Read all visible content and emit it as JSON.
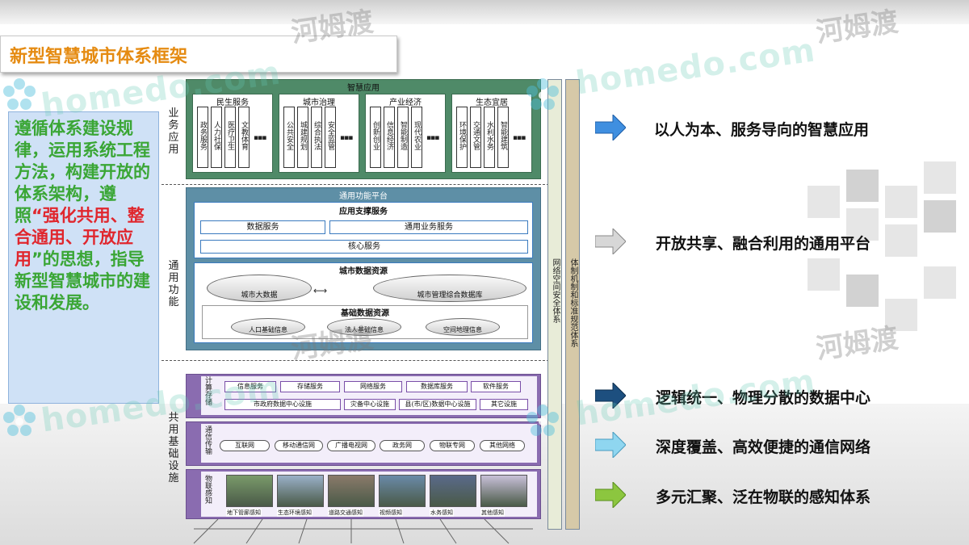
{
  "title": "新型智慧城市体系框架",
  "intro": {
    "p1": "遵循体系建设规律，运用系统工程方法，构建开放的体系架构，遵照",
    "p2": "“强化共用、整合通用、开放应用",
    "p3": "”的思想，指导新型智慧城市的建设和发展。"
  },
  "layers": {
    "business": "业务应用",
    "common": "通用功能",
    "infra": "共用基础设施"
  },
  "smart_app": {
    "title": "智慧应用",
    "groups": [
      {
        "name": "民生服务",
        "items": [
          "政务服务",
          "人力社保",
          "医疗卫生",
          "文教体育"
        ]
      },
      {
        "name": "城市治理",
        "items": [
          "公共安全",
          "城建规划",
          "综合执法",
          "安全监管"
        ]
      },
      {
        "name": "产业经济",
        "items": [
          "创新创业",
          "信息经济",
          "智能制造",
          "现代农业"
        ]
      },
      {
        "name": "生态宜居",
        "items": [
          "环境保护",
          "交通文管",
          "水利水务",
          "智能建筑"
        ]
      }
    ],
    "more": "▪▪▪"
  },
  "platform": {
    "title": "通用功能平台",
    "support_title": "应用支撑服务",
    "data_service": "数据服务",
    "general_service": "通用业务服务",
    "core": "核心服务",
    "city_data_title": "城市数据资源",
    "big_data": "城市大数据",
    "mgmt_db": "城市管理综合数据库",
    "base_data_title": "基础数据资源",
    "population": "人口基础信息",
    "legal": "法人基础信息",
    "geo": "空间地理信息"
  },
  "compute": {
    "label": "计算存储",
    "row1": [
      "信息服务",
      "存储服务",
      "网络服务",
      "数据库服务",
      "软件服务"
    ],
    "row2": [
      "市政府数据中心设施",
      "灾备中心设施",
      "县(市/区)数据中心设施",
      "其它设施"
    ]
  },
  "comm": {
    "label": "通信传输",
    "items": [
      "互联网",
      "移动通信网",
      "广播电视网",
      "政务网",
      "物联专网",
      "其他网络"
    ]
  },
  "iot": {
    "label": "物联感知",
    "items": [
      "地下管廊感知",
      "生态环境感知",
      "道路交通感知",
      "视频感知",
      "水务感知",
      "其他感知"
    ]
  },
  "side1": "网络空间安全体系",
  "side2": "体制机制和标准规范体系",
  "right": [
    "以人为本、服务导向的智慧应用",
    "开放共享、融合利用的通用平台",
    "逻辑统一、物理分散的数据中心",
    "深度覆盖、高效便捷的通信网络",
    "多元汇聚、泛在物联的感知体系"
  ],
  "colors": {
    "title": "#e58b12",
    "green_text": "#3aa635",
    "red_text": "#e0262d",
    "app_green": "#4f8a68",
    "platform_blue": "#5e8fa6",
    "infra_purple": "#8a6cb0"
  },
  "watermark": {
    "latin": "homedo.com",
    "cn": "河姆渡"
  }
}
